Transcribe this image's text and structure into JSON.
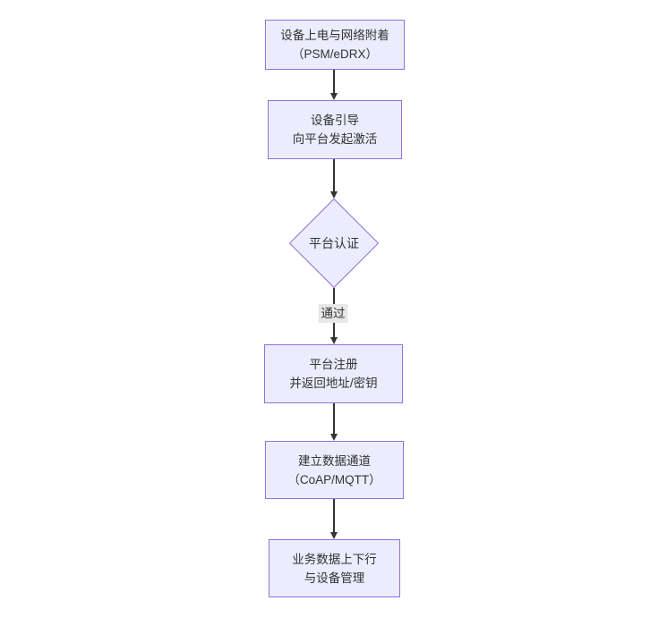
{
  "flowchart": {
    "type": "flowchart",
    "direction": "top-down",
    "nodes": [
      {
        "id": "power-attach",
        "shape": "rect",
        "lines": [
          "设备上电与网络附着",
          "（PSM/eDRX）"
        ]
      },
      {
        "id": "bootstrap",
        "shape": "rect",
        "lines": [
          "设备引导",
          "向平台发起激活"
        ]
      },
      {
        "id": "platform-auth",
        "shape": "diamond",
        "lines": [
          "平台认证"
        ]
      },
      {
        "id": "register",
        "shape": "rect",
        "lines": [
          "平台注册",
          "并返回地址/密钥"
        ]
      },
      {
        "id": "data-channel",
        "shape": "rect",
        "lines": [
          "建立数据通道",
          "（CoAP/MQTT）"
        ]
      },
      {
        "id": "business-data",
        "shape": "rect",
        "lines": [
          "业务数据上下行",
          "与设备管理"
        ]
      }
    ],
    "edges": [
      {
        "from": "power-attach",
        "to": "bootstrap",
        "label": ""
      },
      {
        "from": "bootstrap",
        "to": "platform-auth",
        "label": ""
      },
      {
        "from": "platform-auth",
        "to": "register",
        "label": "通过"
      },
      {
        "from": "register",
        "to": "data-channel",
        "label": ""
      },
      {
        "from": "data-channel",
        "to": "business-data",
        "label": ""
      }
    ],
    "colors": {
      "node_fill": "#ECECFF",
      "node_border": "#9370DB",
      "node_text": "#333333",
      "edge_line": "#333333",
      "edge_label_bg": "#e8e8e8",
      "edge_label_text": "#333333",
      "canvas_bg": "#ffffff"
    }
  }
}
